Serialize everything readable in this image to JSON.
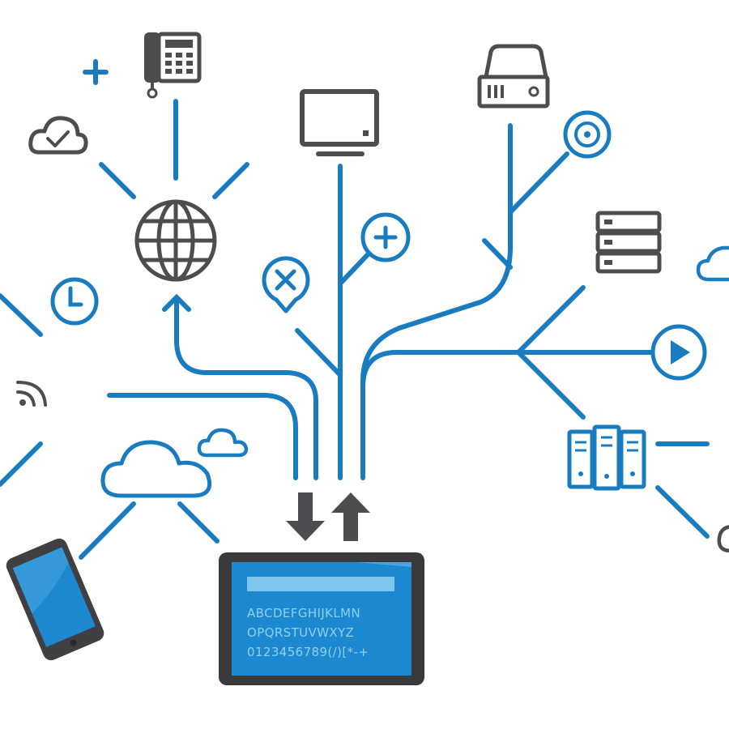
{
  "colors": {
    "link": "#1a7cc0",
    "device_dark": "#4d4d4f",
    "screen": "#1c88cf",
    "screen_text": "#8fd0f2"
  },
  "tablet": {
    "line1": "ABCDEFGHIJKLMN",
    "line2": "OPQRSTUVWXYZ",
    "line3": "0123456789(/)[*-+"
  },
  "icons": [
    "desk-phone-icon",
    "plus-icon",
    "cloud-check-icon",
    "globe-icon",
    "monitor-icon",
    "hard-drive-icon",
    "target-icon",
    "server-stack-icon",
    "cloud-icon",
    "add-circle-icon",
    "remove-location-icon",
    "clock-icon",
    "wifi-signal-icon",
    "play-icon",
    "server-rack-icon",
    "smartphone-icon",
    "download-arrow-icon",
    "upload-arrow-icon",
    "tablet-icon"
  ]
}
